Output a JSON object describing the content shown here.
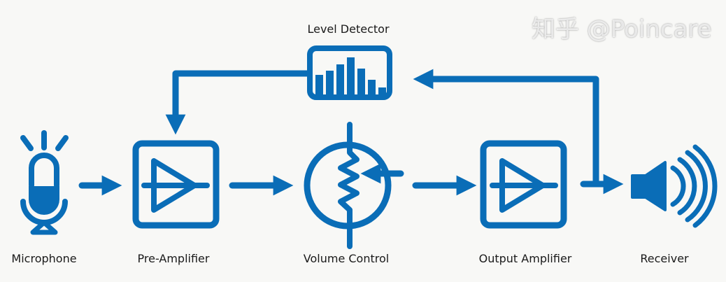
{
  "colors": {
    "accent": "#0a6db7",
    "background": "#f8f8f6"
  },
  "nodes": [
    {
      "id": "microphone",
      "label": "Microphone",
      "icon": "microphone-icon"
    },
    {
      "id": "pre-amplifier",
      "label": "Pre-Amplifier",
      "icon": "amplifier-icon"
    },
    {
      "id": "volume-control",
      "label": "Volume Control",
      "icon": "potentiometer-icon"
    },
    {
      "id": "output-amplifier",
      "label": "Output Amplifier",
      "icon": "amplifier-icon"
    },
    {
      "id": "receiver",
      "label": "Receiver",
      "icon": "speaker-icon"
    },
    {
      "id": "level-detector",
      "label": "Level Detector",
      "icon": "bar-graph-icon"
    }
  ],
  "edges": [
    [
      "microphone",
      "pre-amplifier"
    ],
    [
      "pre-amplifier",
      "volume-control"
    ],
    [
      "volume-control",
      "output-amplifier"
    ],
    [
      "output-amplifier",
      "receiver"
    ],
    [
      "output-amplifier",
      "level-detector"
    ],
    [
      "level-detector",
      "pre-amplifier"
    ]
  ],
  "watermark": "知乎 @Poincare"
}
